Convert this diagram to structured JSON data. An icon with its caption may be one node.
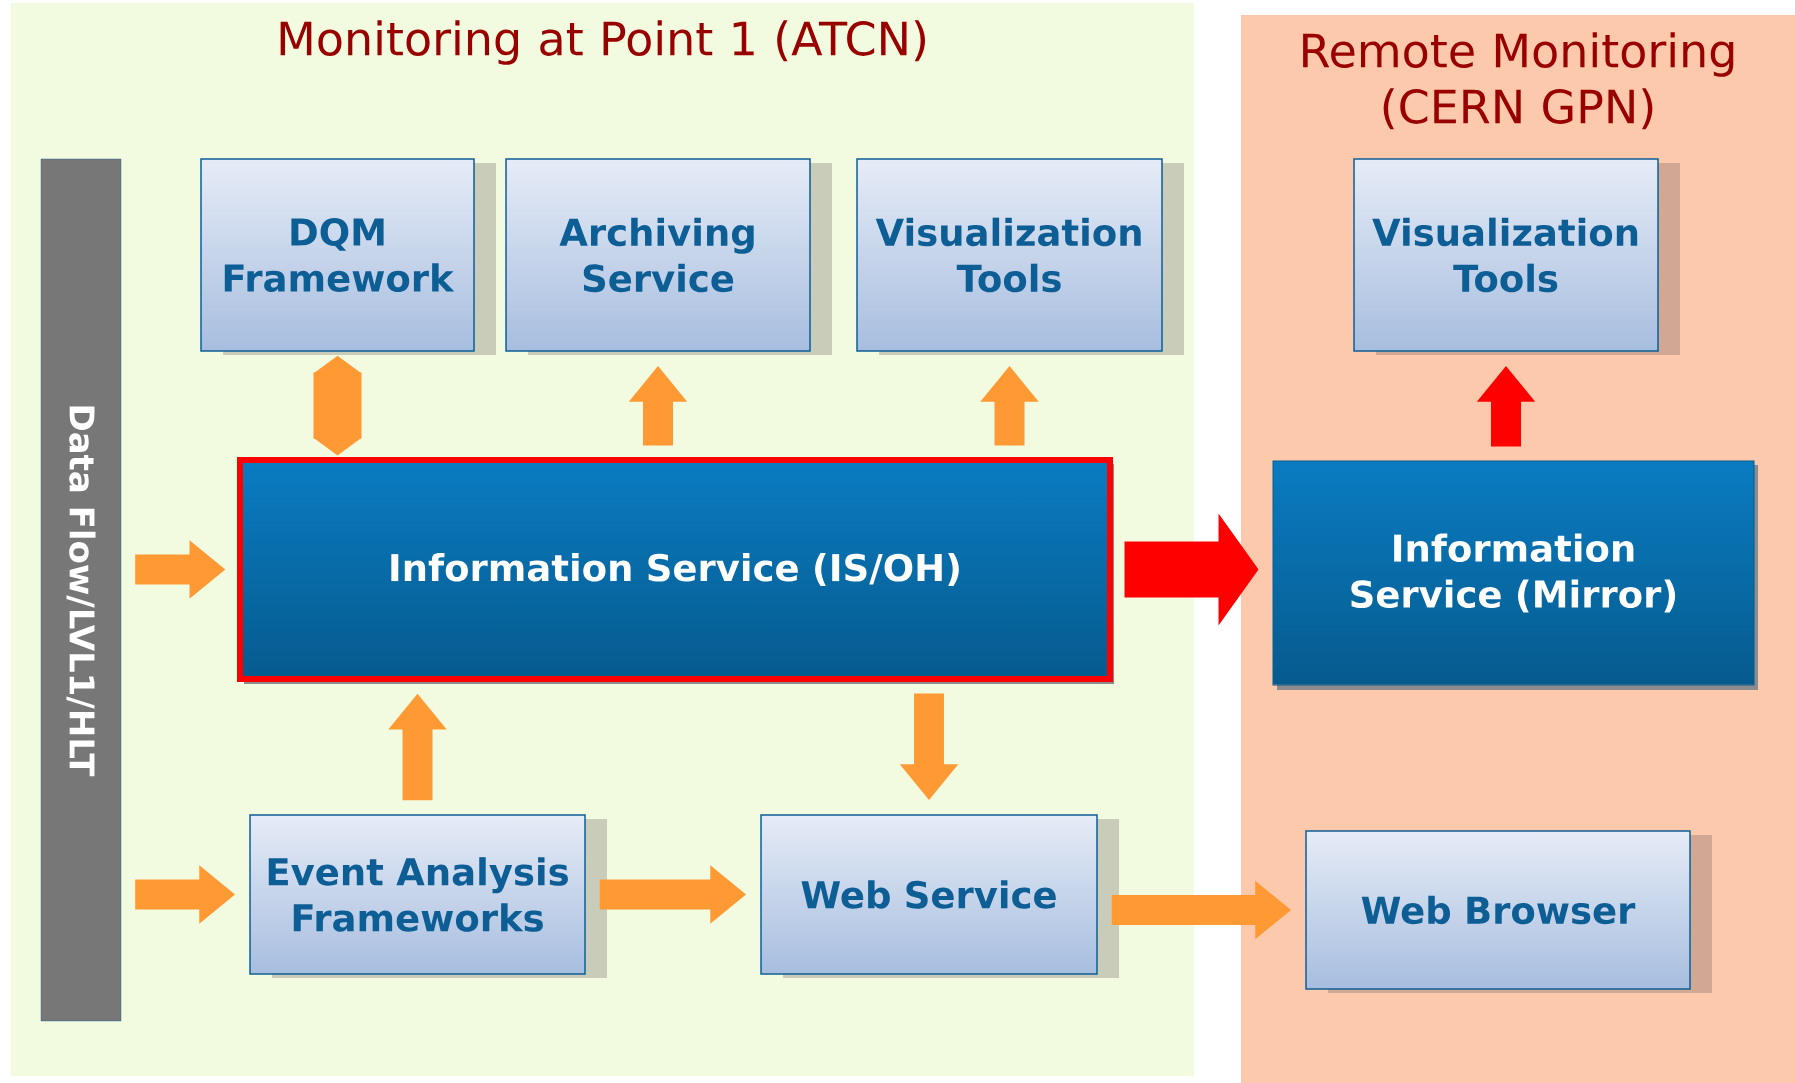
{
  "diagram": {
    "nodes": [
      {
        "text": [
          "Monitoring at Point 1 (ATCN)"
        ]
      },
      {
        "text": [
          "Remote Monitoring (CERN GPN)"
        ]
      },
      {
        "text": [
          "Data Flow/LVL1/HLT"
        ],
        "in": 0
      },
      {
        "text": [
          "DQM Framework"
        ],
        "in": 0
      },
      {
        "text": [
          "Archiving Service"
        ],
        "in": 0
      },
      {
        "text": [
          "Visualization Tools"
        ],
        "in": 0
      },
      {
        "text": [
          "Information Service (IS/OH)"
        ],
        "in": 0
      },
      {
        "text": [
          "Event Analysis Frameworks"
        ],
        "in": 0
      },
      {
        "text": [
          "Web Service"
        ],
        "in": 0
      },
      {
        "text": [
          "Information Service (Mirror)"
        ],
        "in": 1
      },
      {
        "text": [
          "Visualization Tools"
        ],
        "in": 1
      },
      {
        "text": [
          "Web Browser"
        ],
        "in": 1
      }
    ],
    "edges": [
      {
        "from": 2,
        "to": 6,
        "arrow": "to"
      },
      {
        "from": 2,
        "to": 7,
        "arrow": "to"
      },
      {
        "from": 6,
        "to": 3,
        "arrow": "both"
      },
      {
        "from": 6,
        "to": 4,
        "arrow": "to"
      },
      {
        "from": 6,
        "to": 5,
        "arrow": "to"
      },
      {
        "from": 7,
        "to": 6,
        "arrow": "to"
      },
      {
        "from": 6,
        "to": 8,
        "arrow": "to"
      },
      {
        "from": 7,
        "to": 8,
        "arrow": "to"
      },
      {
        "from": 8,
        "to": 11,
        "arrow": "to"
      },
      {
        "from": 6,
        "to": 9,
        "arrow": "to",
        "style": "thick",
        "color": "#ff0000"
      },
      {
        "from": 9,
        "to": 10,
        "arrow": "to",
        "color": "#ff0000"
      }
    ]
  }
}
